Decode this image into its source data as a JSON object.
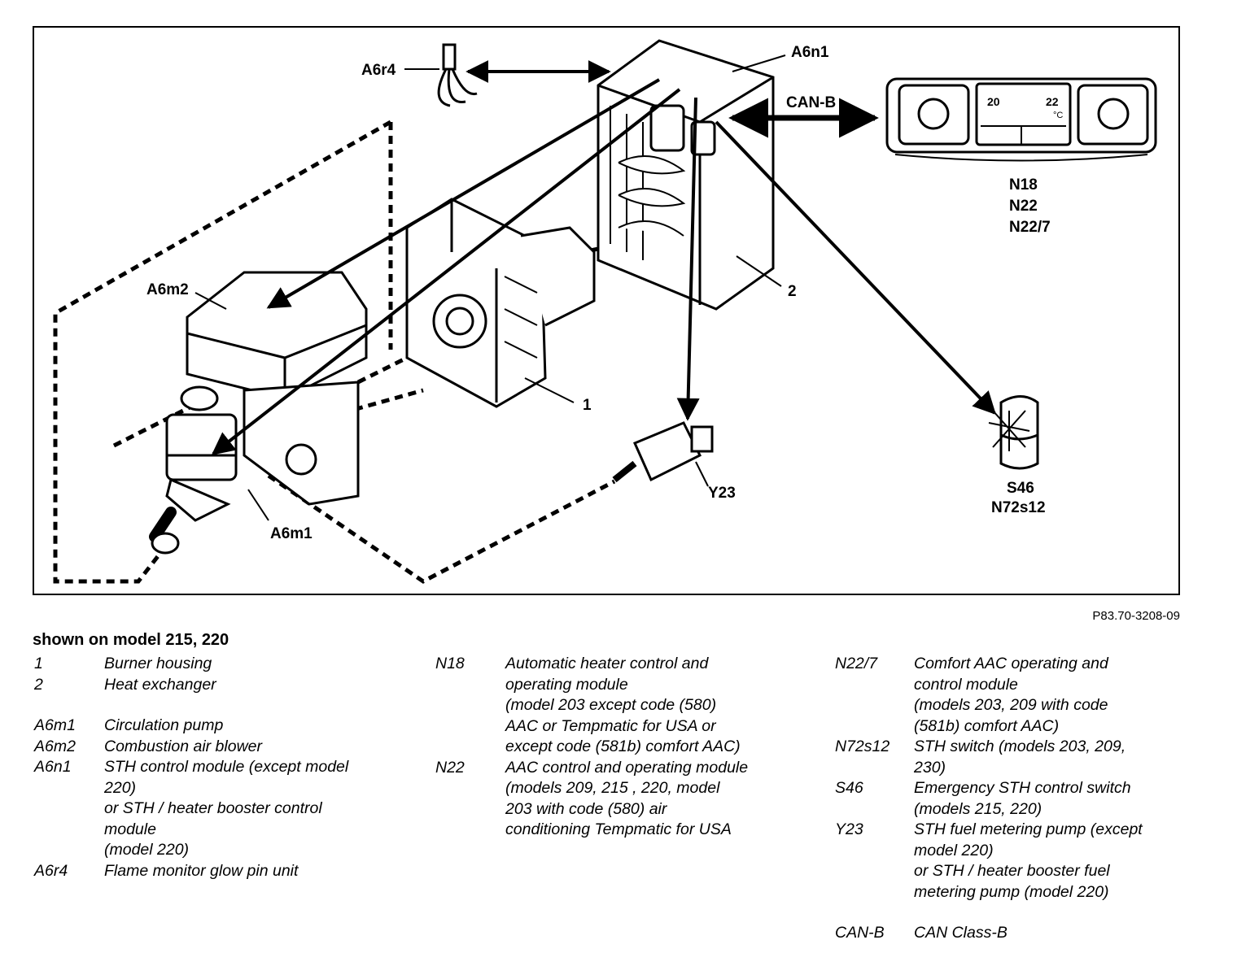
{
  "diagram": {
    "callouts": {
      "a6r4": "A6r4",
      "a6n1": "A6n1",
      "canb": "CAN-B",
      "n18": "N18",
      "n22": "N22",
      "n227": "N22/7",
      "a6m2": "A6m2",
      "two": "2",
      "one": "1",
      "y23": "Y23",
      "s46": "S46",
      "n72s12": "N72s12",
      "a6m1": "A6m1"
    },
    "panel_display": {
      "left_temp": "20",
      "right_temp": "22",
      "unit": "°C"
    }
  },
  "doc_number": "P83.70-3208-09",
  "legend": {
    "title": "shown on model 215, 220",
    "col1": [
      {
        "code": "1",
        "desc": "Burner housing"
      },
      {
        "code": "2",
        "desc": "Heat exchanger"
      },
      {
        "code": "A6m1",
        "desc": "Circulation pump"
      },
      {
        "code": "A6m2",
        "desc": "Combustion air blower"
      },
      {
        "code": "A6n1",
        "desc": "STH control module (except model\n220)\nor STH / heater booster control\nmodule\n(model 220)"
      },
      {
        "code": "A6r4",
        "desc": "Flame monitor glow pin unit"
      }
    ],
    "col2": [
      {
        "code": "N18",
        "desc": "Automatic heater control and\noperating module\n(model 203 except code (580)\nAAC or Tempmatic for USA or\nexcept code (581b) comfort AAC)"
      },
      {
        "code": "N22",
        "desc": "AAC control and operating module\n(models 209, 215 , 220, model\n203 with code (580) air\nconditioning Tempmatic for USA"
      }
    ],
    "col3": [
      {
        "code": "N22/7",
        "desc": "Comfort AAC operating and\ncontrol module\n(models 203, 209 with code\n(581b) comfort AAC)"
      },
      {
        "code": "N72s12",
        "desc": "STH switch (models 203, 209,\n230)"
      },
      {
        "code": "S46",
        "desc": "Emergency STH control switch\n(models 215, 220)"
      },
      {
        "code": "Y23",
        "desc": "STH fuel metering pump (except\nmodel 220)\nor STH / heater booster fuel\nmetering pump (model 220)"
      },
      {
        "code": "CAN-B",
        "desc": "CAN Class-B"
      }
    ]
  }
}
